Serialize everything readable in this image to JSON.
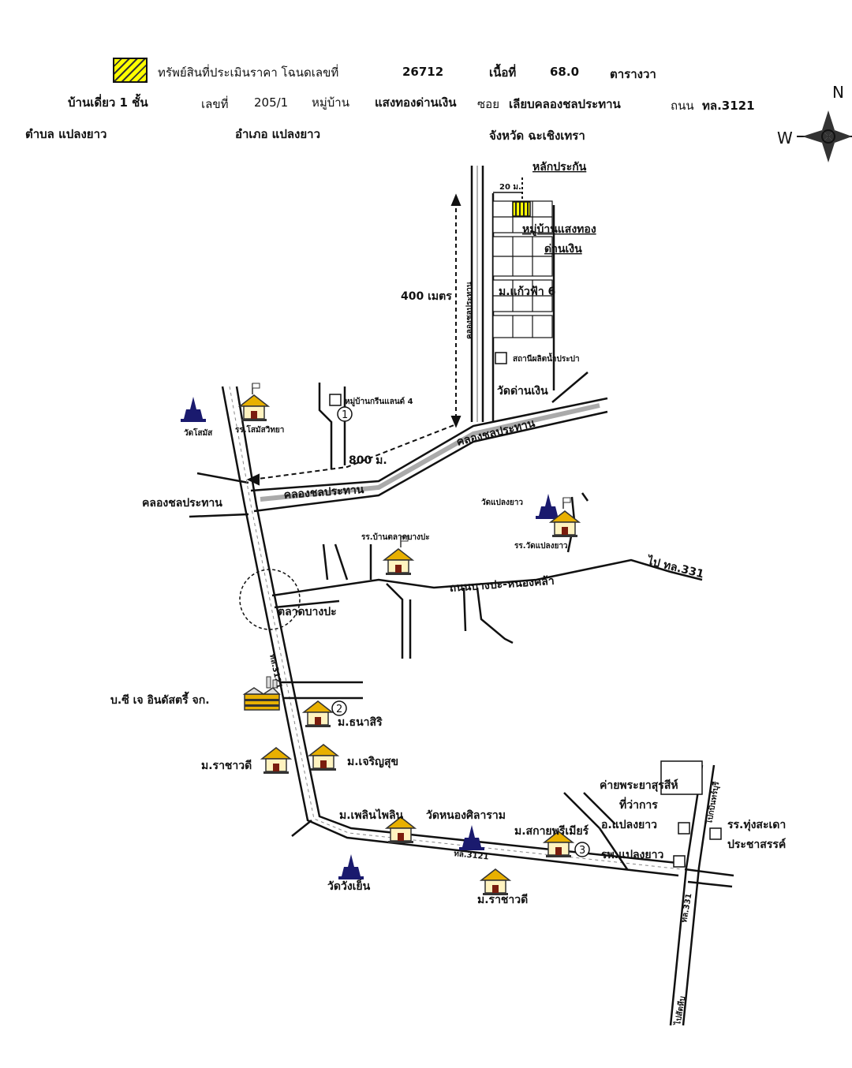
{
  "header": {
    "legend_text": "ทรัพย์สินที่ประเมินราคา โฉนดเลขที่",
    "deed_no": "26712",
    "area_label": "เนื้อที่",
    "area_value": "68.0",
    "area_unit": "ตารางวา",
    "building_type": "บ้านเดี่ยว 1 ชั้น",
    "house_no_label": "เลขที่",
    "house_no": "205/1",
    "village_label": "หมู่บ้าน",
    "village": "แสงทองด่านเงิน",
    "soi_label": "ซอย",
    "soi": "เลียบคลองชลประทาน",
    "road_label": "ถนน",
    "road": "ทล.3121",
    "tambon": "ตำบล แปลงยาว",
    "amphoe": "อำเภอ แปลงยาว",
    "province": "จังหวัด ฉะเชิงเทรา"
  },
  "compass": {
    "w_label": "W",
    "n_label": "N"
  },
  "colors": {
    "subject": "#ffff00",
    "temple": "#1a1a6e",
    "house_roof": "#e8b000",
    "road": "#111111"
  },
  "labels": {
    "guarantee": "หลักประกัน",
    "dist_20": "20 ม.",
    "village_1": "หมู่บ้านแสงทอง",
    "village_2": "ด่านเงิน",
    "m_kaewfa": "ม.แก้วฟ้า 6",
    "dist_400": "400 เมตร",
    "canal_vertical": "คลองชลประทาน",
    "water_plant": "สถานีผลิตน้ำประปา",
    "wat_danngern": "วัดด่านเงิน",
    "m_green": "หมู่บ้านกรีนแลนด์ 4",
    "school_1": "รร.โสมัสวิทยา",
    "wat_1": "วัดโสมัส",
    "dist_800": "800 ม.",
    "canal_a": "คลองชลประทาน",
    "canal_b": "คลองชลประทาน",
    "canal_left": "คลองชลประทาน",
    "wat_plaengyao": "วัดแปลงยาว",
    "school_wat_plaengyao": "รร.วัดแปลงยาว",
    "school_bangpo": "รร.บ้านตลาดบางปะ",
    "road_bangpo": "ถนนบางปะ-หนองคล้า",
    "to_331": "ไป ทล.331",
    "market": "ตลาดบางปะ",
    "road_3121": "ทล.3121",
    "factory": "บ.ซี เจ อินดัสตรี้ จก.",
    "m_thanasiri": "ม.ธนาสิริ",
    "m_rachawadee": "ม.ราชาวดี",
    "m_charoensuk": "ม.เจริญสุข",
    "camp": "ค่ายพระยาสุรสีห์",
    "office": "ที่ว่าการ",
    "district_office": "อ.แปลงยาว",
    "to_kabinburi": "ไปกบินทร์บุรี",
    "school_thungsadao_1": "รร.ทุ่งสะเดา",
    "school_thungsadao_2": "ประชาสรรค์",
    "m_ploenphloen": "ม.เพลินไพลิน",
    "wat_nongsila": "วัดหนองศิลาราม",
    "m_sakaew": "ม.สกายพรีเมียร์",
    "hospital": "รพ.แปลงยาว",
    "wat_wangyen": "วัดวังเย็น",
    "m_rachawadee_2": "ม.ราชาวดี",
    "road_331": "ทล.331",
    "to_sanamchai": "ไปสัตหีบ",
    "num_1": "1",
    "num_2": "2",
    "num_3": "3"
  }
}
